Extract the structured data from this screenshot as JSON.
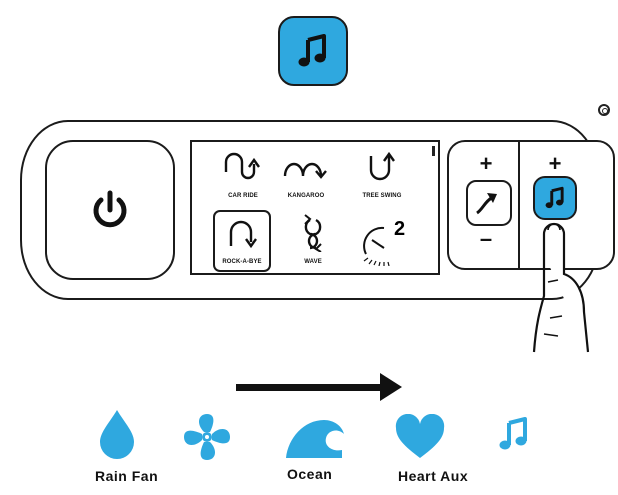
{
  "header_icon": {
    "icon": "music-note-icon",
    "color": "#2fa8df"
  },
  "modes": [
    {
      "key": "car_ride",
      "label": "CAR RIDE",
      "icon": "car-ride-icon"
    },
    {
      "key": "kangaroo",
      "label": "KANGAROO",
      "icon": "kangaroo-icon"
    },
    {
      "key": "tree_swing",
      "label": "TREE SWING",
      "icon": "tree-swing-icon"
    },
    {
      "key": "rock_a_bye",
      "label": "ROCK-A-BYE",
      "icon": "rock-a-bye-icon",
      "selected": true
    },
    {
      "key": "wave",
      "label": "WAVE",
      "icon": "wave-icon"
    },
    {
      "key": "speed",
      "label": "2",
      "icon": "speed-dial-icon"
    }
  ],
  "controls": {
    "motion": {
      "plus": "+",
      "minus": "–",
      "icon": "motion-arrow-icon"
    },
    "sound": {
      "plus": "+",
      "icon": "music-note-icon",
      "color": "#2fa8df"
    }
  },
  "sounds": {
    "labels": {
      "first": "Rain Fan",
      "second": "Ocean",
      "third": "Heart Aux"
    },
    "icons": [
      "rain-drop-icon",
      "fan-icon",
      "ocean-wave-icon",
      "heart-icon",
      "music-note-icon"
    ],
    "color": "#2fa8df"
  }
}
